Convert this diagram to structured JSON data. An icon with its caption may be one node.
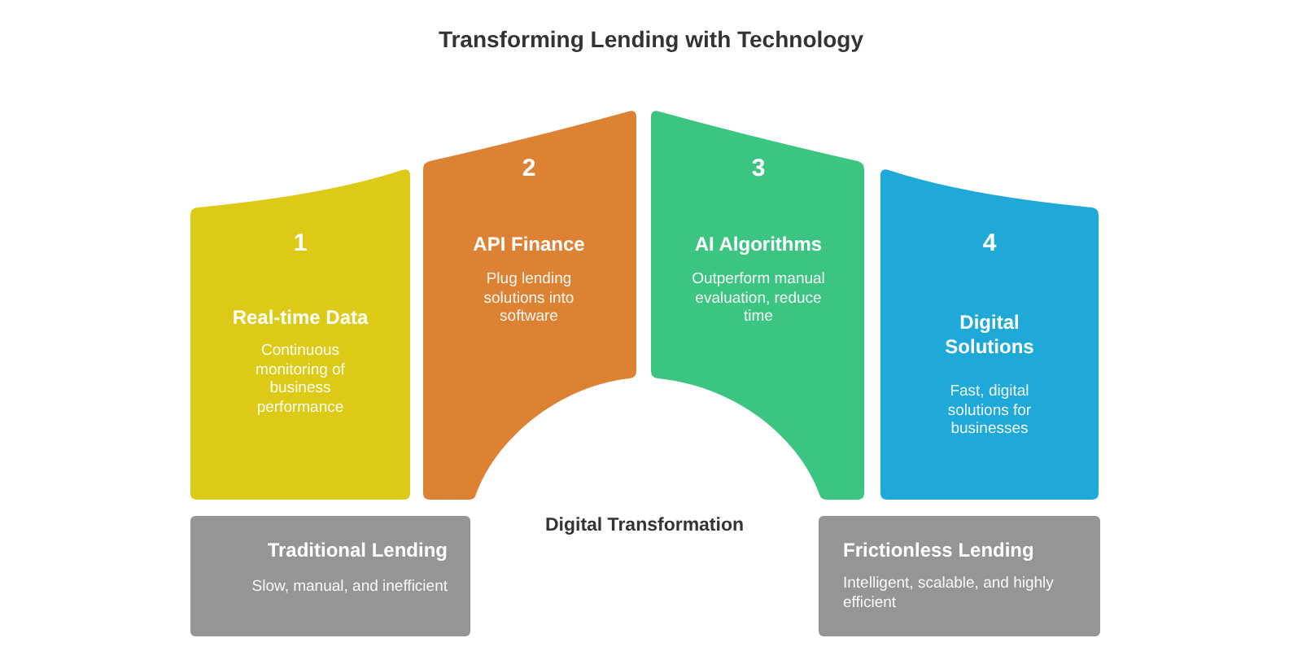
{
  "diagram": {
    "title": "Transforming Lending with Technology",
    "nodes": [
      {
        "text": [
          "1",
          "Real-time Data",
          "Continuous monitoring of business performance"
        ]
      },
      {
        "text": [
          "2",
          "API Finance",
          "Plug lending solutions into software"
        ]
      },
      {
        "text": [
          "3",
          "AI Algorithms",
          "Outperform manual evaluation, reduce time"
        ]
      },
      {
        "text": [
          "4",
          "Digital Solutions",
          "Fast, digital solutions for businesses"
        ]
      },
      {
        "text": [
          "Traditional Lending",
          "Slow, manual, and inefficient"
        ]
      },
      {
        "text": [
          "Frictionless Lending",
          "Intelligent, scalable, and highly efficient"
        ]
      }
    ],
    "labels": [
      "Digital Transformation"
    ]
  }
}
